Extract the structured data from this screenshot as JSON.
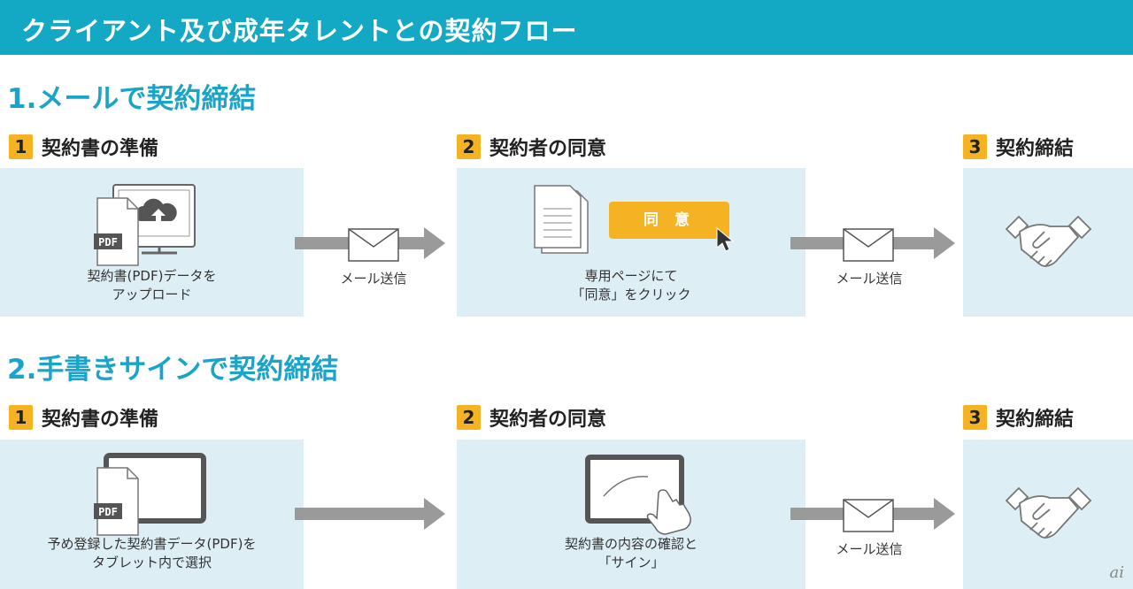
{
  "title": "クライアント及び成年タレントとの契約フロー",
  "section1": {
    "title": "1.メールで契約締結",
    "steps": [
      {
        "num": "1",
        "label": "契約書の準備",
        "caption1": "契約書(PDF)データを",
        "caption2": "アップロード"
      },
      {
        "num": "2",
        "label": "契約者の同意",
        "caption1": "専用ページにて",
        "caption2": "「同意」をクリック",
        "button": "同 意"
      },
      {
        "num": "3",
        "label": "契約締結"
      }
    ],
    "arrow1": "メール送信",
    "arrow2": "メール送信"
  },
  "section2": {
    "title": "2.手書きサインで契約締結",
    "steps": [
      {
        "num": "1",
        "label": "契約書の準備",
        "caption1": "予め登録した契約書データ(PDF)を",
        "caption2": "タブレット内で選択"
      },
      {
        "num": "2",
        "label": "契約者の同意",
        "caption1": "契約書の内容の確認と",
        "caption2": "「サイン」"
      },
      {
        "num": "3",
        "label": "契約締結"
      }
    ],
    "arrow2": "メール送信"
  },
  "pdf_label": "PDF",
  "watermark": "ai",
  "colors": {
    "header": "#13a9c4",
    "section": "#1ba4c9",
    "badge": "#f5b324",
    "box": "#deeef5"
  }
}
